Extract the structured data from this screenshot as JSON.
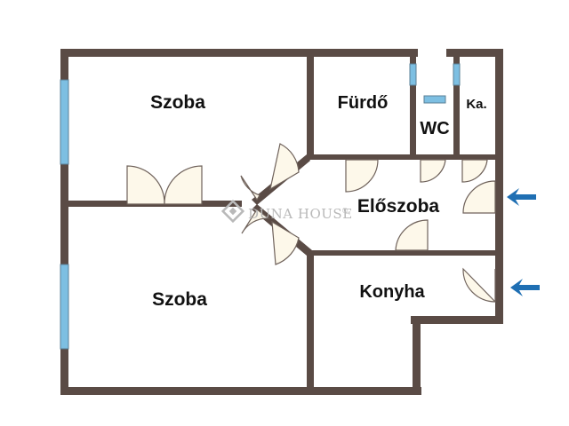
{
  "rooms": {
    "szoba_top": "Szoba",
    "furdo": "Fürdő",
    "wc": "WC",
    "kamra": "Ka.",
    "eloszoba": "Előszoba",
    "szoba_bottom": "Szoba",
    "konyha": "Konyha"
  },
  "watermark": "DUNA HOUSE",
  "watermark_mark": "®",
  "colors": {
    "wall": "#5a4b45",
    "window": "#7dbfe2",
    "door_fill": "#fdf8ea",
    "door_line": "#6f625b",
    "arrow": "#1f6fb3",
    "watermark": "#b9b9b9"
  },
  "icons": [
    "entrance-arrow-icon",
    "duna-house-logo-icon"
  ]
}
